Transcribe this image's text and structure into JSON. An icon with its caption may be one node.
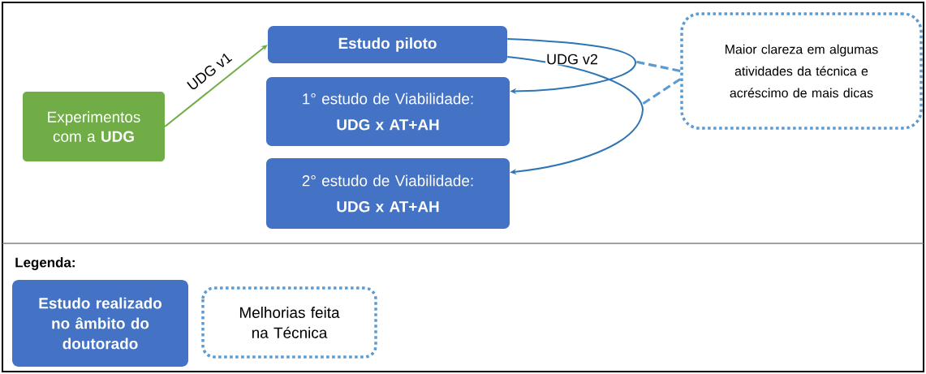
{
  "diagram": {
    "nodes": [
      {
        "text": [
          "Experimentos com a **UDG**"
        ]
      },
      {
        "text": [
          "Estudo piloto"
        ]
      },
      {
        "text": [
          "1° estudo de Viabilidade:",
          "UDG x AT+AH"
        ]
      },
      {
        "text": [
          "2° estudo de Viabilidade:",
          "UDG x AT+AH"
        ]
      },
      {
        "text": [
          "Maior clareza em algumas atividades da técnica e acréscimo de mais dicas"
        ]
      }
    ],
    "edges": [
      {
        "from": 0,
        "to": 1,
        "arrow": "to",
        "label": "UDG v1",
        "color": "#70ad47"
      },
      {
        "from": 1,
        "to": 2,
        "arrow": "to",
        "label": "UDG v2"
      },
      {
        "from": 1,
        "to": 3,
        "arrow": "to"
      },
      {
        "from": 4,
        "to": null,
        "arrow": "none",
        "style": "dashed",
        "color": "#5b9bd5"
      },
      {
        "from": 4,
        "to": null,
        "arrow": "none",
        "style": "dashed",
        "color": "#5b9bd5"
      }
    ],
    "labels": [
      "Legenda:"
    ],
    "legend": [
      {
        "text": "Estudo realizado no âmbito do doutorado",
        "color": "#4472c4"
      },
      {
        "text": "Melhorias feita na Técnica"
      }
    ]
  }
}
